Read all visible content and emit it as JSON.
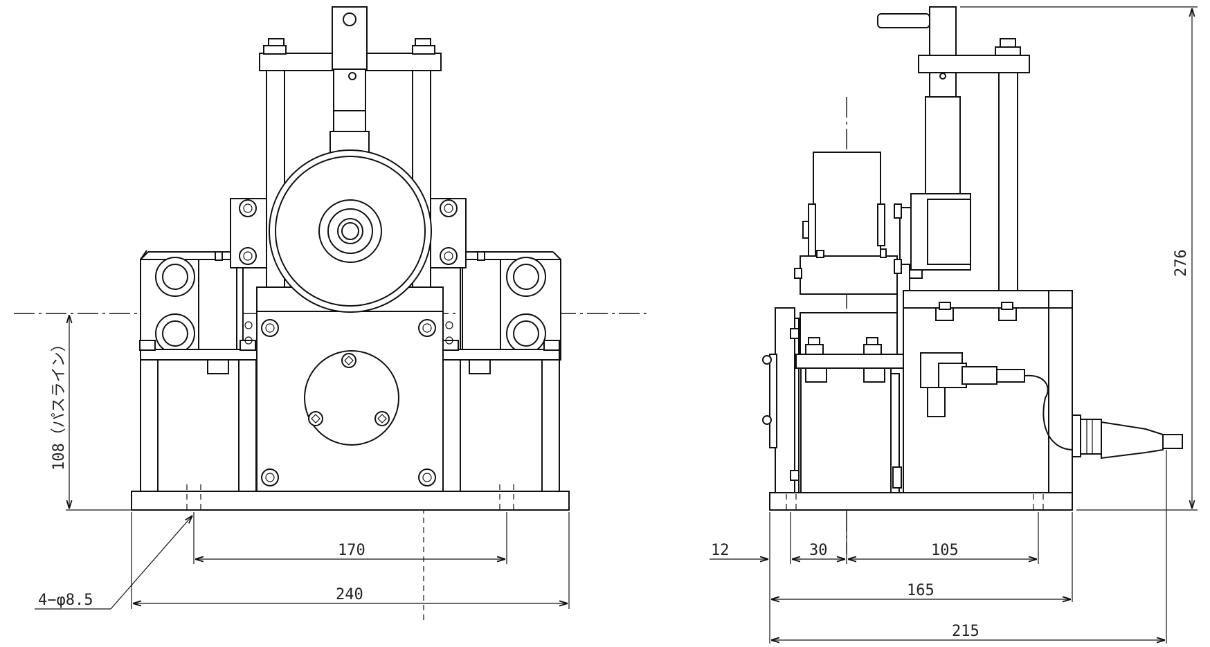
{
  "front_view": {
    "pass_line_label": "108（パスライン）",
    "dim_170": "170",
    "dim_240": "240",
    "hole_callout": "4−φ8.5"
  },
  "side_view": {
    "dim_12": "12",
    "dim_30": "30",
    "dim_105": "105",
    "dim_165": "165",
    "dim_215": "215",
    "dim_276": "276"
  }
}
